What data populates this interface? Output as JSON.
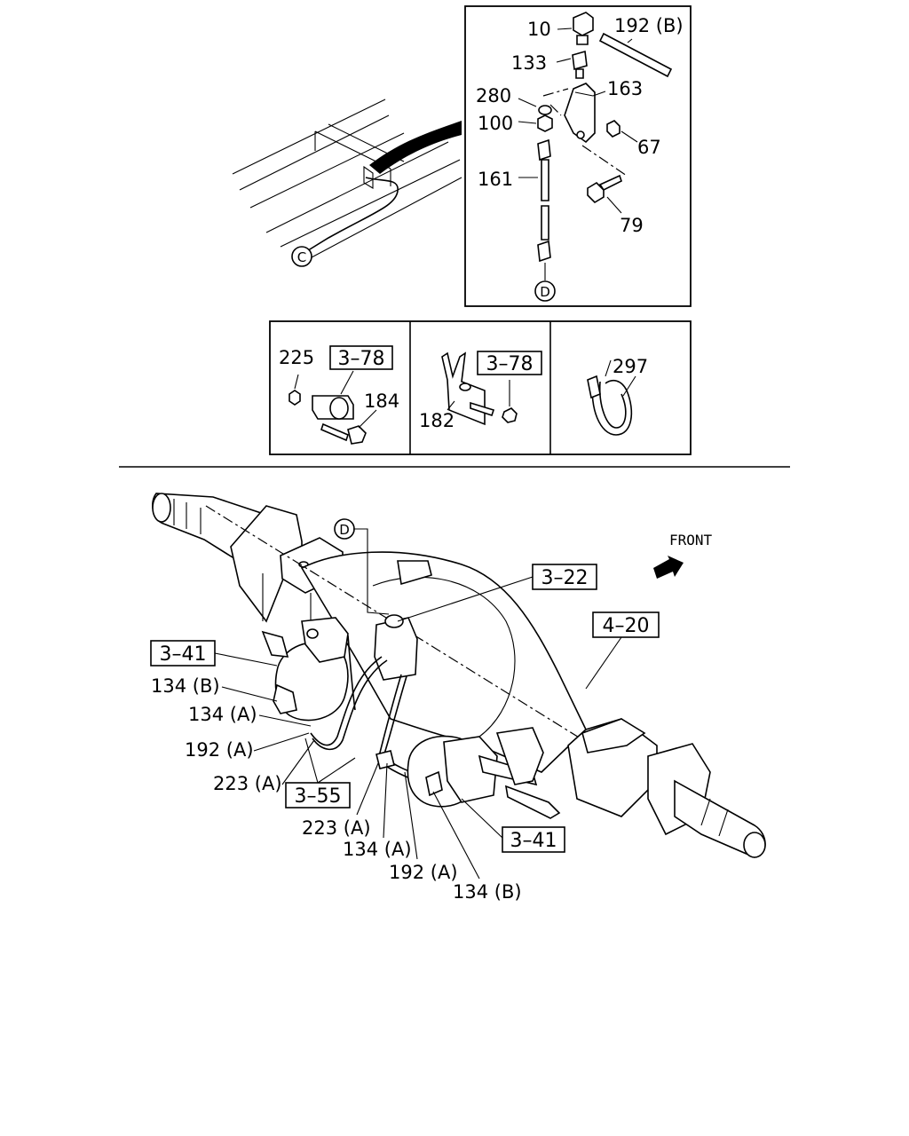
{
  "detail_top": {
    "callouts": [
      "10",
      "192 (B)",
      "133",
      "280",
      "163",
      "100",
      "67",
      "161",
      "79"
    ],
    "connector_end": "D"
  },
  "frame_view": {
    "connector": "C"
  },
  "clip_panels": {
    "panel1": {
      "part_a": "225",
      "ref": "3–78",
      "part_b": "184"
    },
    "panel2": {
      "ref": "3–78",
      "part": "182"
    },
    "panel3": {
      "part": "297"
    }
  },
  "main_view": {
    "direction": "FRONT",
    "connector": "D",
    "refs": [
      "3–22",
      "4–20",
      "3–41",
      "3–55",
      "3–41"
    ],
    "left_callouts": [
      "134 (B)",
      "134 (A)",
      "192 (A)",
      "223 (A)"
    ],
    "bottom_callouts": [
      "223 (A)",
      "134 (A)",
      "192 (A)",
      "134 (B)"
    ]
  }
}
